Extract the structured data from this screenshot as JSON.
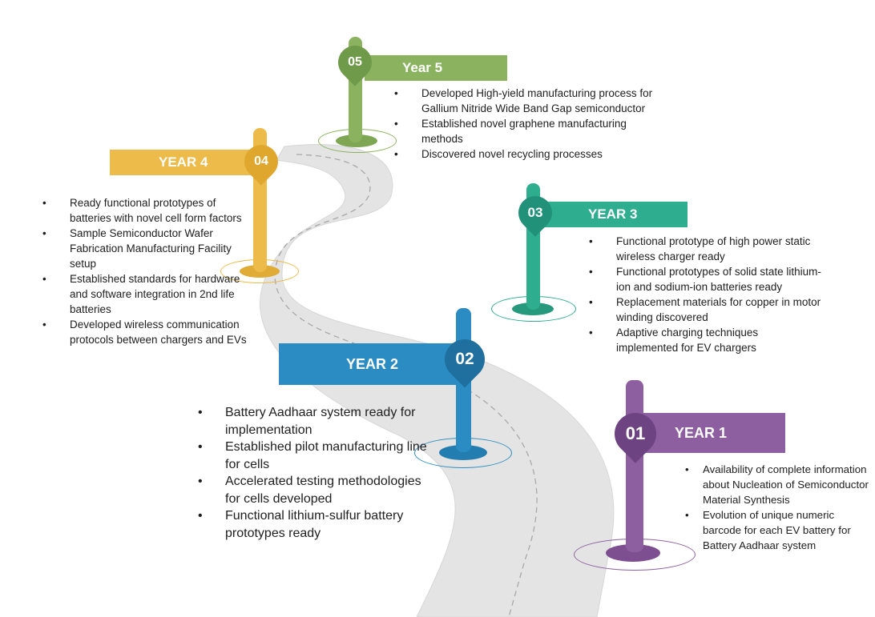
{
  "colors": {
    "year1": "#8e5fa0",
    "year2": "#2a8cc2",
    "year3": "#2fae8f",
    "year4": "#ecbb4a",
    "year5": "#8bb35f",
    "road": "#e4e4e4"
  },
  "milestones": [
    {
      "number": "05",
      "label": "Year 5",
      "items": [
        "Developed High-yield manufacturing process for Gallium Nitride Wide Band Gap semiconductor",
        "Established novel graphene manufacturing methods",
        "Discovered novel recycling processes"
      ]
    },
    {
      "number": "04",
      "label": "YEAR 4",
      "items": [
        "Ready functional prototypes of batteries with novel cell form factors",
        "Sample Semiconductor Wafer Fabrication Manufacturing Facility setup",
        "Established standards for hardware and software integration in 2nd life batteries",
        "Developed wireless communication protocols between chargers and EVs"
      ]
    },
    {
      "number": "03",
      "label": "YEAR 3",
      "items": [
        "Functional prototype of high power static wireless charger ready",
        "Functional prototypes of solid state lithium-ion and sodium-ion batteries ready",
        "Replacement materials for copper in motor winding discovered",
        "Adaptive charging techniques implemented for EV chargers"
      ]
    },
    {
      "number": "02",
      "label": "YEAR 2",
      "items": [
        "Battery Aadhaar system ready for implementation",
        "Established pilot manufacturing line for cells",
        "Accelerated testing methodologies for cells developed",
        "Functional lithium-sulfur battery prototypes ready"
      ]
    },
    {
      "number": "01",
      "label": "YEAR 1",
      "items": [
        "Availability of complete information about Nucleation of Semiconductor Material Synthesis",
        "Evolution of unique numeric barcode for each EV battery for Battery Aadhaar system"
      ]
    }
  ]
}
